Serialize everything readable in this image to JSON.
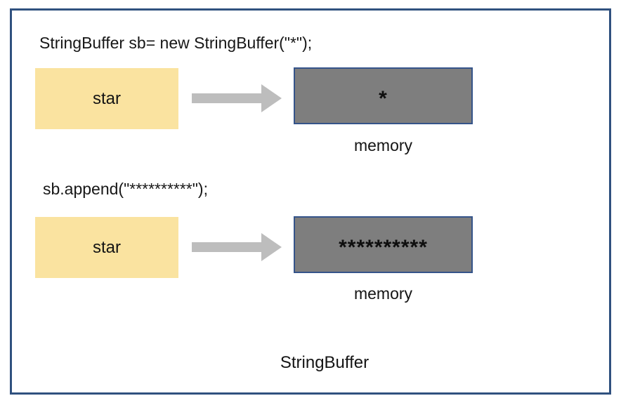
{
  "diagram": {
    "title": "StringBuffer",
    "sections": [
      {
        "code": "StringBuffer sb= new StringBuffer(\"*\");",
        "source_label": "star",
        "memory_content": "*",
        "memory_label": "memory"
      },
      {
        "code": "sb.append(\"**********\");",
        "source_label": "star",
        "memory_content": "**********",
        "memory_label": "memory"
      }
    ],
    "colors": {
      "frame_border": "#30517F",
      "source_box_fill": "#FAE3A0",
      "memory_box_fill": "#7E7E7E",
      "memory_box_border": "#35548A",
      "arrow": "#BDBDBD",
      "text": "#141414"
    }
  }
}
